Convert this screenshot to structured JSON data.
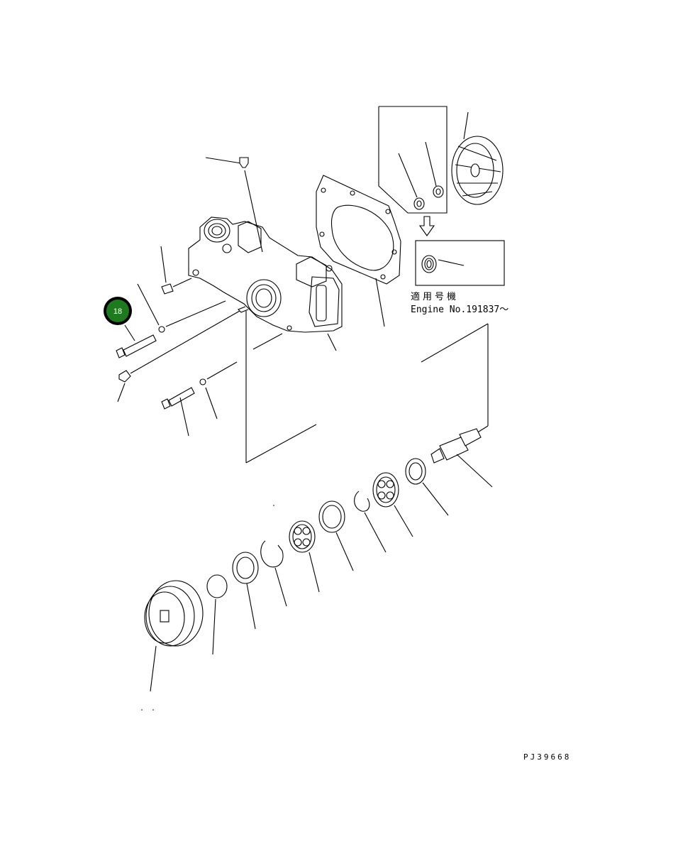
{
  "diagram": {
    "callout_badge": {
      "number": "18",
      "color": "#1f7a1f",
      "ring_color": "#000000"
    },
    "applicable_label_jp": "適用号機",
    "applicable_label_en": "Engine No.191837～",
    "drawing_code": "PJ39668"
  }
}
